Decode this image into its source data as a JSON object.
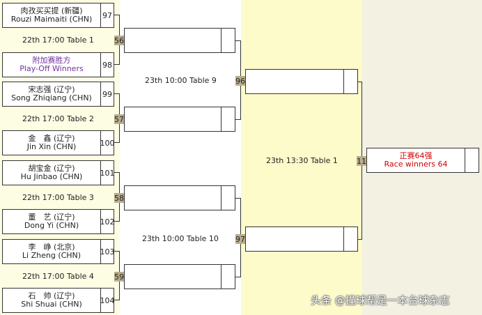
{
  "colors": {
    "bg_col1": "#fdfde4",
    "bg_col2": "#ffffff",
    "bg_col3": "#fdfbc9",
    "bg_col4": "#f3f1e2",
    "playoff_text": "#7030a0",
    "winner_text": "#d00000",
    "match_number_bg": "#b8ad8c"
  },
  "players": [
    {
      "cn": "肉孜买买提 (新疆)",
      "en": "Rouzi Maimaiti (CHN)",
      "num": "97"
    },
    {
      "cn": "附加赛胜方",
      "en": "Play-Off Winners",
      "num": "98"
    },
    {
      "cn": "宋志强 (辽宁)",
      "en": "Song Zhiqiang (CHN)",
      "num": "99"
    },
    {
      "cn": "金　鑫 (辽宁)",
      "en": "Jin Xin (CHN)",
      "num": "100"
    },
    {
      "cn": "胡宝金 (辽宁)",
      "en": "Hu Jinbao (CHN)",
      "num": "101"
    },
    {
      "cn": "董　艺 (辽宁)",
      "en": "Dong Yi (CHN)",
      "num": "102"
    },
    {
      "cn": "李　峥 (北京)",
      "en": "Li Zheng (CHN)",
      "num": "103"
    },
    {
      "cn": "石　帅 (辽宁)",
      "en": "Shi Shuai (CHN)",
      "num": "104"
    }
  ],
  "round1_matches": [
    {
      "time": "22th 17:00 Table 1",
      "num": "56"
    },
    {
      "time": "22th 17:00 Table 2",
      "num": "57"
    },
    {
      "time": "22th 17:00 Table 3",
      "num": "58"
    },
    {
      "time": "22th 17:00 Table 4",
      "num": "59"
    }
  ],
  "round2_matches": [
    {
      "time": "23th 10:00 Table 9",
      "num": "96"
    },
    {
      "time": "23th 10:00 Table 10",
      "num": "97"
    }
  ],
  "round3_match": {
    "time": "23th 13:30 Table 1",
    "num": "11"
  },
  "winner": {
    "cn": "正赛64强",
    "en": "Race winners 64"
  },
  "watermark": "头条 @撞球帮是一本台球杂志"
}
